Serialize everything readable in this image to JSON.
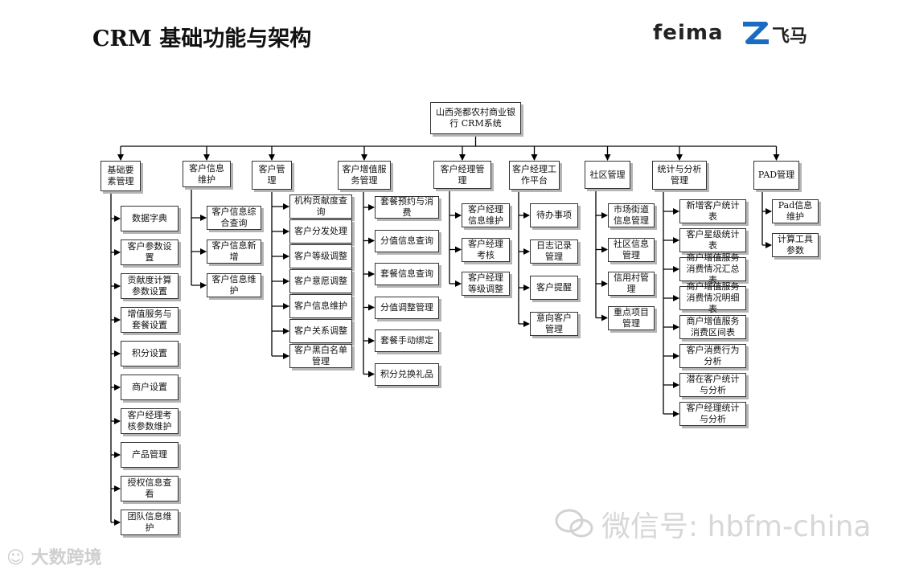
{
  "page": {
    "title": "CRM 基础功能与架构"
  },
  "logo": {
    "latin": "feima",
    "chinese": "飞马"
  },
  "diagram": {
    "root": "山西尧都农村商业银行 CRM系统",
    "branches": [
      {
        "name": "基础要素管理",
        "children": [
          "数据字典",
          "客户参数设置",
          "贡献度计算参数设置",
          "增值服务与套餐设置",
          "积分设置",
          "商户设置",
          "客户经理考核参数维护",
          "产品管理",
          "授权信息查看",
          "团队信息维护"
        ]
      },
      {
        "name": "客户信息维护",
        "children": [
          "客户信息综合查询",
          "客户信息新增",
          "客户信息维护"
        ]
      },
      {
        "name": "客户管理",
        "children": [
          "机构贡献度查询",
          "客户分发处理",
          "客户等级调整",
          "客户意愿调整",
          "客户信息维护",
          "客户关系调整",
          "客户黑白名单管理"
        ]
      },
      {
        "name": "客户增值服务管理",
        "children": [
          "套餐预约与消费",
          "分值信息查询",
          "套餐信息查询",
          "分值调整管理",
          "套餐手动绑定",
          "积分兑换礼品"
        ]
      },
      {
        "name": "客户经理管理",
        "children": [
          "客户经理信息维护",
          "客户经理考核",
          "客户经理等级调整"
        ]
      },
      {
        "name": "客户经理工作平台",
        "children": [
          "待办事项",
          "日志记录管理",
          "客户提醒",
          "意向客户管理"
        ]
      },
      {
        "name": "社区管理",
        "children": [
          "市场街道信息管理",
          "社区信息管理",
          "信用村管理",
          "重点项目管理"
        ]
      },
      {
        "name": "统计与分析管理",
        "children": [
          "新增客户统计表",
          "客户星级统计表",
          "商户增值服务消费情况汇总表",
          "商户增值服务消费情况明细表",
          "商户增值服务消费区间表",
          "客户消费行为分析",
          "潜在客户统计与分析",
          "客户经理统计与分析"
        ]
      },
      {
        "name": "PAD管理",
        "children": [
          "Pad信息维护",
          "计算工具参数"
        ]
      }
    ]
  },
  "watermark": {
    "wechat": "微信号: hbfm-china",
    "source": "大数跨境"
  }
}
